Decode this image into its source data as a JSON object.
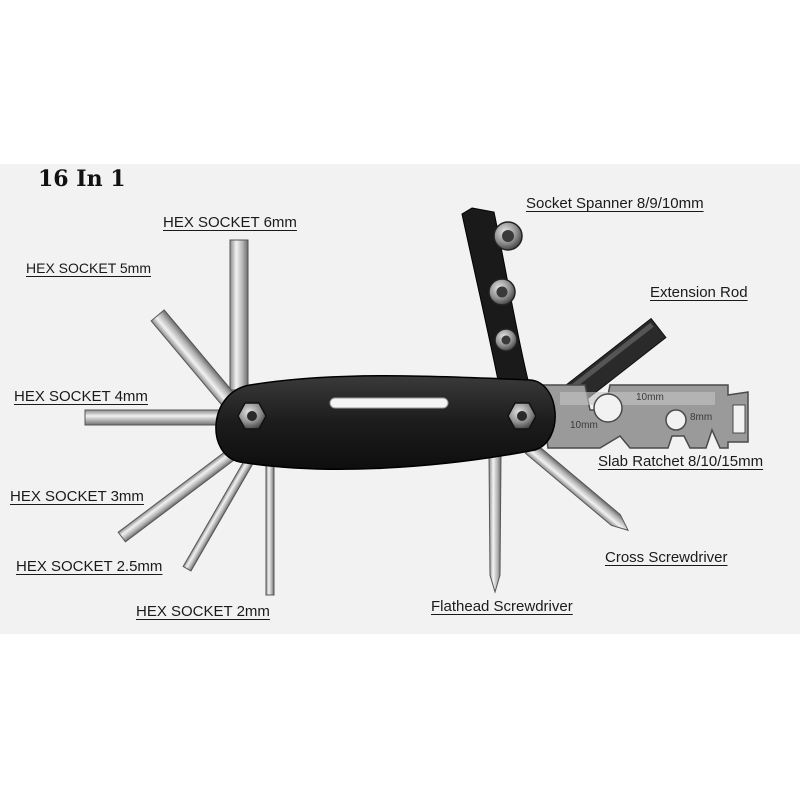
{
  "title": "16 In 1",
  "labels": {
    "hex6": "HEX SOCKET 6mm",
    "hex5": "HEX SOCKET 5mm",
    "hex4": "HEX SOCKET 4mm",
    "hex3": "HEX SOCKET 3mm",
    "hex25": "HEX SOCKET 2.5mm",
    "hex2": "HEX SOCKET 2mm",
    "socket_spanner": "Socket Spanner 8/9/10mm",
    "extension_rod": "Extension Rod",
    "slab_ratchet": "Slab Ratchet 8/10/15mm",
    "cross_screwdriver": "Cross Screwdriver",
    "flathead_screwdriver": "Flathead Screwdriver"
  },
  "ratchet_marks": {
    "m10a": "10mm",
    "m10b": "10mm",
    "m8": "8mm"
  },
  "colors": {
    "body": "#1c1c1c",
    "steel": "#c8c8c8",
    "background": "#f2f2f2"
  }
}
